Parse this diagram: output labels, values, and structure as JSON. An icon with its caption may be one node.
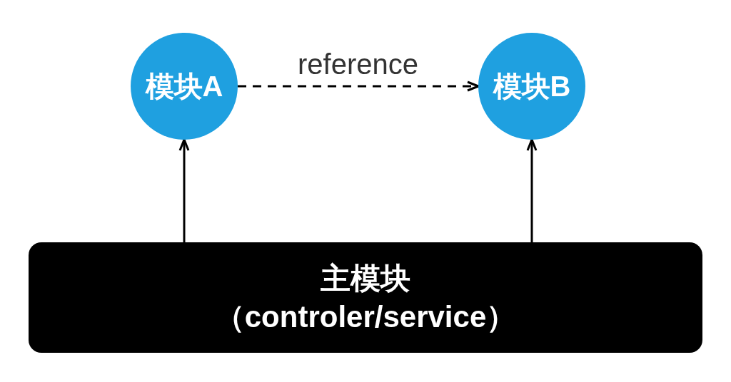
{
  "diagram": {
    "nodes": [
      {
        "text": [
          "模块A"
        ]
      },
      {
        "text": [
          "模块B"
        ]
      },
      {
        "text": [
          "主模块",
          "（controler/service）"
        ]
      }
    ],
    "edges": [
      {
        "from": 0,
        "to": 1,
        "arrow": "to",
        "label": "reference",
        "style": "dashed"
      },
      {
        "from": 2,
        "to": 0,
        "arrow": "to"
      },
      {
        "from": 2,
        "to": 1,
        "arrow": "to"
      }
    ]
  }
}
